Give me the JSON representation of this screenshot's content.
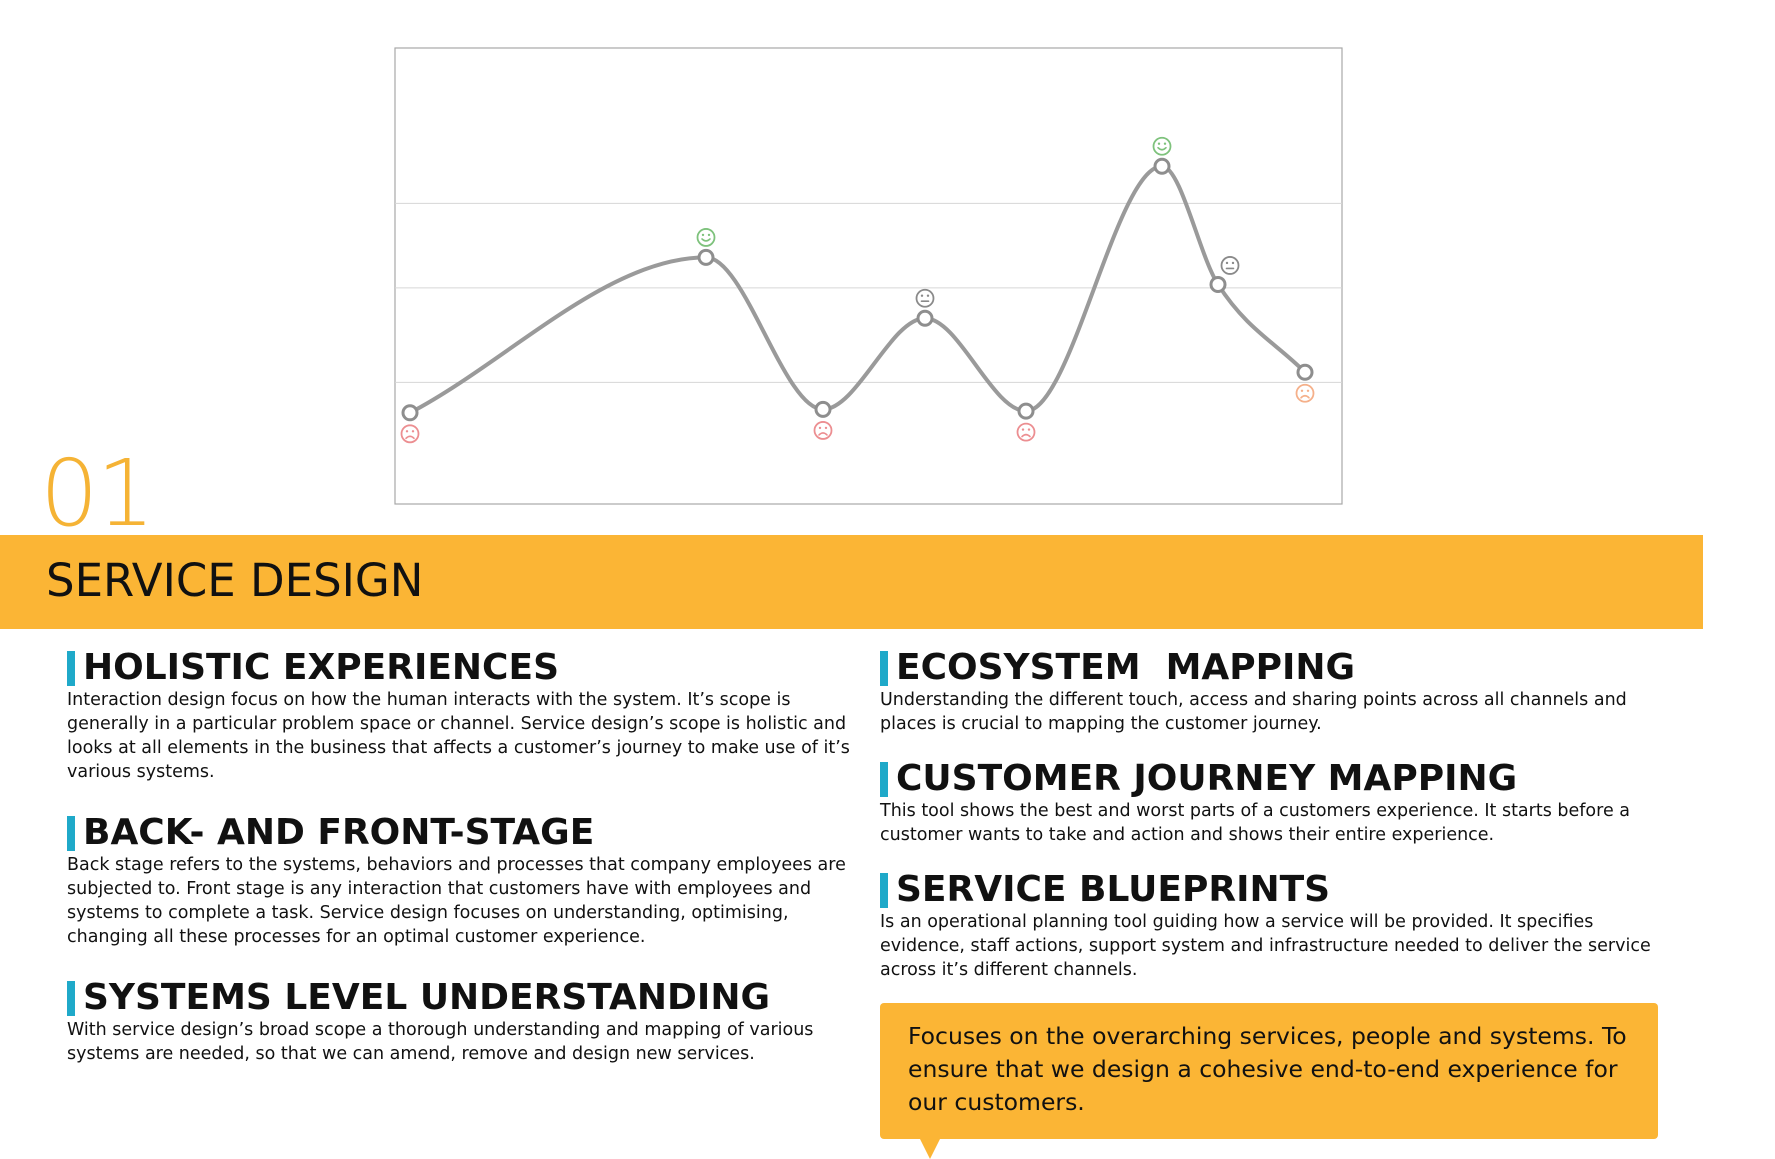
{
  "chart_data": {
    "type": "line",
    "title": "",
    "xlabel": "",
    "ylabel": "",
    "grid": true,
    "series": [
      {
        "values": [
          1,
          5.6,
          1.1,
          3.8,
          1.05,
          8.3,
          4.8,
          2.2
        ],
        "moods": [
          "sad",
          "happy",
          "sad",
          "neutral",
          "sad",
          "happy",
          "neutral",
          "sad"
        ]
      }
    ],
    "ylim": [
      -1.7,
      11.8
    ],
    "gridlines_y": [
      1.9,
      4.7,
      7.2
    ]
  },
  "colors": {
    "accent": "#fbb535",
    "number": "#f5b335",
    "heading_bar": "#1fa9c9",
    "line": "#9a9a9a",
    "mood_happy": "#7ec27c",
    "mood_neutral": "#8a8a8a",
    "mood_sad": "#ec8e91",
    "mood_sad_light": "#f5b08a"
  },
  "section": {
    "number": "01",
    "title": "SERVICE DESIGN"
  },
  "left_column": [
    {
      "heading": "HOLISTIC EXPERIENCES",
      "body": "Interaction design focus on how the human interacts with the system. It’s scope is generally in a particular problem space or channel. Service design’s scope is holistic and looks at all elements in the business that affects a customer’s journey to make use of it’s various systems."
    },
    {
      "heading": "BACK- AND FRONT-STAGE",
      "body": "Back stage refers to the systems, behaviors and processes that company employees are subjected to. Front stage is any interaction that customers have with employees and systems to complete a task. Service design focuses on understanding, optimising, changing all these processes for an optimal customer experience."
    },
    {
      "heading": "SYSTEMS LEVEL UNDERSTANDING",
      "body": "With service design’s broad scope a thorough understanding and mapping of various systems are needed, so that we can amend, remove and design new services."
    }
  ],
  "right_column": [
    {
      "heading": "ECOSYSTEM  MAPPING",
      "body": "Understanding the different touch, access and sharing points across all channels and places is crucial to mapping the customer journey."
    },
    {
      "heading": "CUSTOMER JOURNEY MAPPING",
      "body": "This tool shows the best and worst parts of a customers experience. It starts before a customer wants to take and action and shows their entire experience."
    },
    {
      "heading": "SERVICE BLUEPRINTS",
      "body": "Is an operational planning tool guiding how a service will be provided. It specifies evidence, staff actions, support system and infrastructure needed to deliver the service across it’s different channels."
    }
  ],
  "callout": {
    "text": "Focuses on the overarching services, people and systems. To ensure that we design a cohesive end-to-end experience for our customers."
  }
}
